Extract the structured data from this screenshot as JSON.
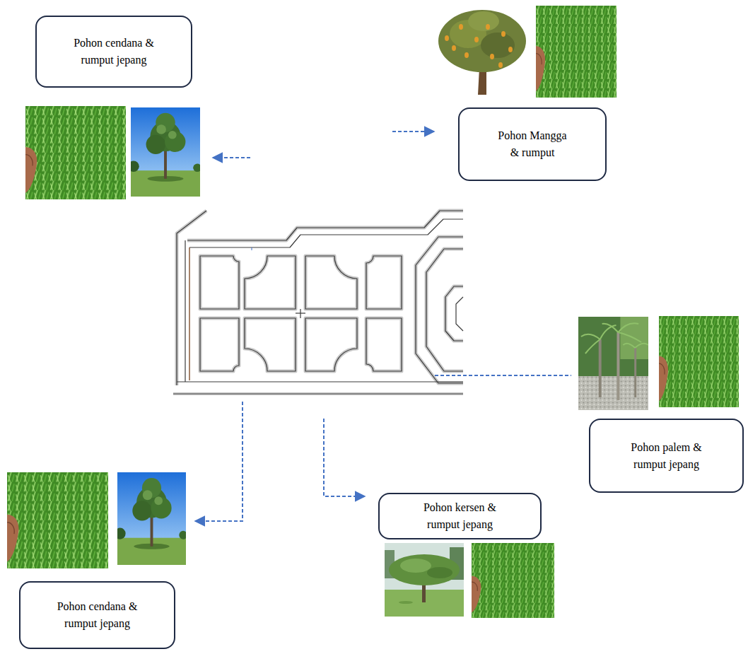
{
  "diagram": {
    "nodes": [
      {
        "text": [
          "Pohon cendana & rumput jepang"
        ]
      },
      {
        "text": [
          "Pohon Mangga & rumput"
        ]
      },
      {
        "text": [
          "Pohon palem & rumput jepang"
        ]
      },
      {
        "text": [
          "Pohon kersen & rumput jepang"
        ]
      },
      {
        "text": [
          "Pohon cendana & rumput jepang"
        ]
      }
    ]
  }
}
